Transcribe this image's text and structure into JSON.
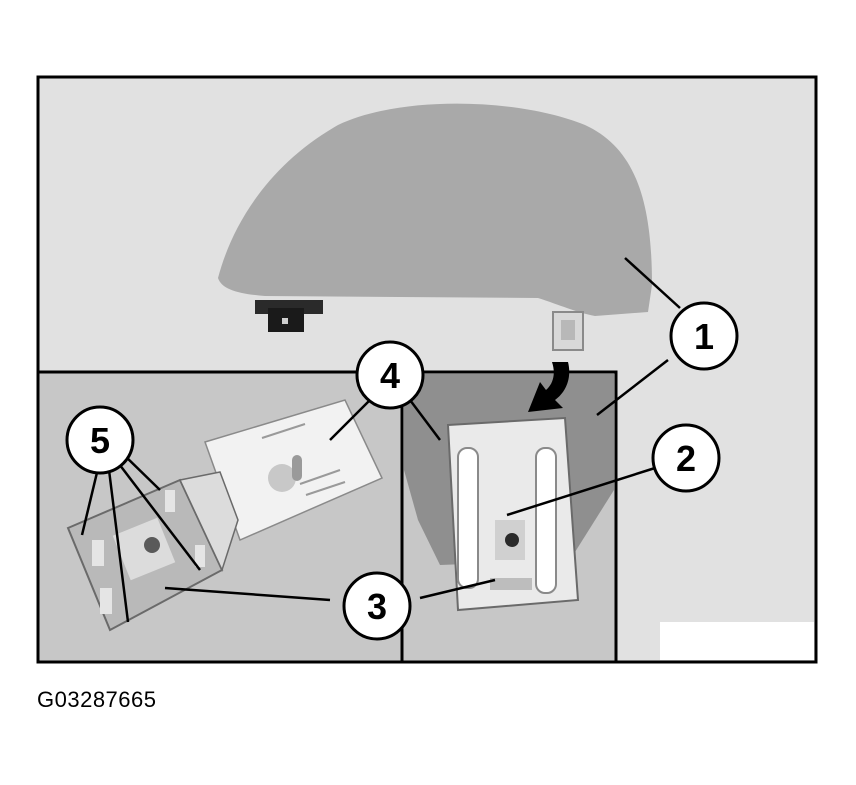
{
  "figure_id": "G03287665",
  "callouts": [
    {
      "id": "1",
      "label": "1"
    },
    {
      "id": "2",
      "label": "2"
    },
    {
      "id": "3",
      "label": "3"
    },
    {
      "id": "4",
      "label": "4"
    },
    {
      "id": "5",
      "label": "5"
    }
  ],
  "colors": {
    "background_panel": "#e1e1e1",
    "inset_panel": "#c7c7c7",
    "glass": "#a9a9a9",
    "frame": "#000000"
  }
}
